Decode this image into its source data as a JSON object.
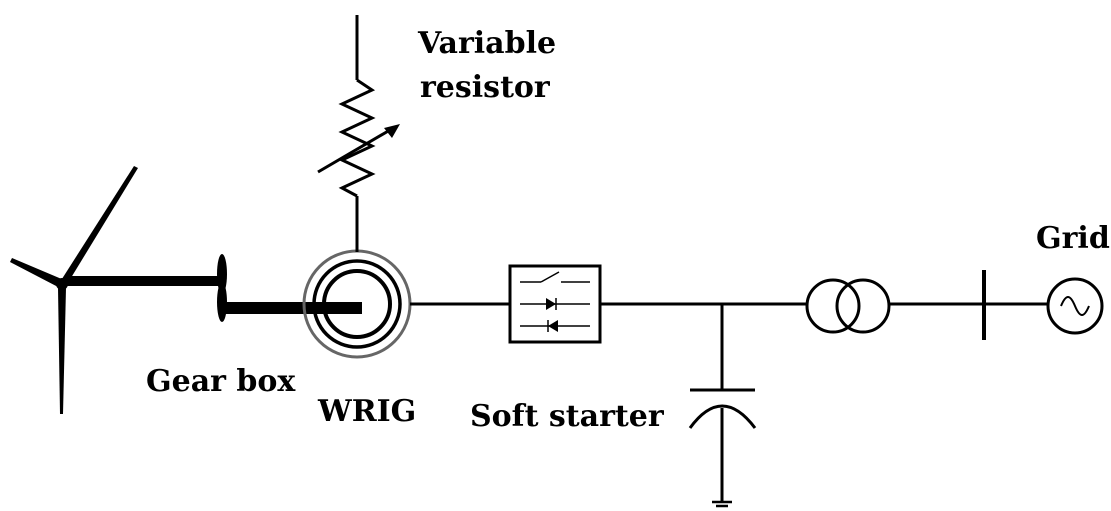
{
  "labels": {
    "variable_resistor_line1": "Variable",
    "variable_resistor_line2": "resistor",
    "grid": "Grid",
    "gear_box": "Gear box",
    "wrig": "WRIG",
    "soft_starter": "Soft starter"
  },
  "colors": {
    "stroke": "#000000",
    "generator_ring": "#666666",
    "background": "#ffffff"
  }
}
